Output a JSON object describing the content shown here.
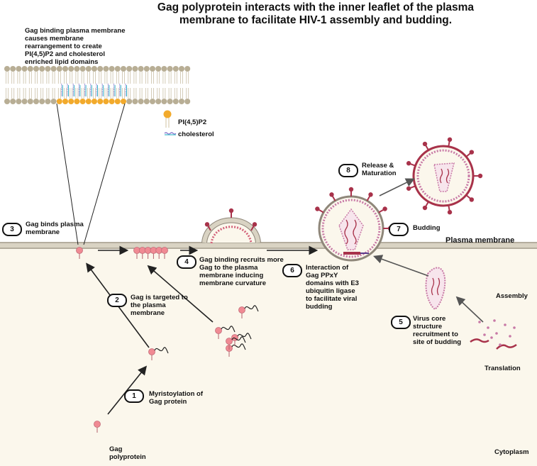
{
  "title": "Gag polyprotein interacts with the inner leaflet of the plasma\nmembrane to facilitate HIV-1 assembly and budding.",
  "inset_caption": "Gag binding plasma membrane\ncauses membrane\nrearrangement to create\nPI(4,5)P2 and cholesterol\nenriched lipid domains",
  "legend": {
    "pip2": "PI(4,5)P2",
    "cholesterol": "cholesterol"
  },
  "steps": [
    {
      "number": "1",
      "label": "Myristoylation of\nGag protein"
    },
    {
      "number": "2",
      "label": "Gag is targeted to\nthe plasma\nmembrane"
    },
    {
      "number": "3",
      "label": "Gag binds plasma\nmembrane"
    },
    {
      "number": "4",
      "label": "Gag binding recruits more\nGag to the plasma\nmembrane inducing\nmembrane curvature"
    },
    {
      "number": "5",
      "label": "Virus core\nstructure\nrecruitment to\nsite of budding"
    },
    {
      "number": "6",
      "label": "Interaction of\nGag PPxY\ndomains with E3\nubiquitin ligase\nto facilitate viral\nbudding"
    },
    {
      "number": "7",
      "label": "Budding"
    },
    {
      "number": "8",
      "label": "Release &\nMaturation"
    }
  ],
  "regions": {
    "plasma_membrane": "Plasma membrane",
    "assembly": "Assembly",
    "translation": "Translation",
    "cytoplasm": "Cytoplasm",
    "gag_polyprotein": "Gag\npolyprotein"
  },
  "colors": {
    "cytoplasm": "#fbf7ec",
    "membrane_head": "#b8ae95",
    "pip2_head": "#f2aa2c",
    "gag": "#f08a93",
    "virus": "#a8324a",
    "virus_dots": "#c879a6"
  }
}
